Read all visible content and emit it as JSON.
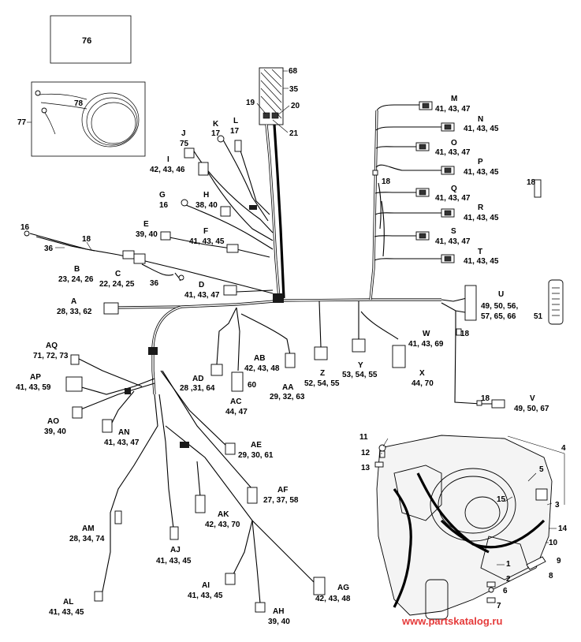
{
  "callouts": {
    "box76": "76",
    "c77": "77",
    "c78": "78",
    "c68": "68",
    "c35": "35",
    "c19": "19",
    "c20": "20",
    "c21": "21",
    "c18a": "18",
    "c18b": "18",
    "c18c": "18",
    "c18d": "18",
    "c18e": "18",
    "c16": "16",
    "c36a": "36",
    "c36b": "36",
    "c51": "51",
    "c4": "4",
    "c11": "11",
    "c12": "12",
    "c13": "13",
    "c5": "5",
    "c3": "3",
    "c15": "15",
    "c14": "14",
    "c10": "10",
    "c1": "1",
    "c2": "2",
    "c6": "6",
    "c7": "7",
    "c9": "9",
    "c8": "8"
  },
  "connectors": {
    "A": {
      "letter": "A",
      "parts": "28, 33, 62"
    },
    "B": {
      "letter": "B",
      "parts": "23, 24, 26"
    },
    "C": {
      "letter": "C",
      "parts": "22, 24, 25"
    },
    "D": {
      "letter": "D",
      "parts": "41, 43, 47"
    },
    "E": {
      "letter": "E",
      "parts": "39, 40"
    },
    "F": {
      "letter": "F",
      "parts": "41, 43, 45"
    },
    "G": {
      "letter": "G",
      "parts": "16"
    },
    "H": {
      "letter": "H",
      "parts": "38, 40"
    },
    "I": {
      "letter": "I",
      "parts": "42, 43, 46"
    },
    "J": {
      "letter": "J",
      "parts": "75"
    },
    "K": {
      "letter": "K",
      "parts": "17"
    },
    "L": {
      "letter": "L",
      "parts": "17"
    },
    "M": {
      "letter": "M",
      "parts": "41, 43, 47"
    },
    "N": {
      "letter": "N",
      "parts": "41, 43, 45"
    },
    "O": {
      "letter": "O",
      "parts": "41, 43, 47"
    },
    "P": {
      "letter": "P",
      "parts": "41, 43, 45"
    },
    "Q": {
      "letter": "Q",
      "parts": "41, 43, 47"
    },
    "R": {
      "letter": "R",
      "parts": "41, 43, 45"
    },
    "S": {
      "letter": "S",
      "parts": "41, 43, 47"
    },
    "T": {
      "letter": "T",
      "parts": "41, 43, 45"
    },
    "U": {
      "letter": "U",
      "parts1": "49, 50, 56,",
      "parts2": "57, 65, 66"
    },
    "V": {
      "letter": "V",
      "parts": "49, 50, 67"
    },
    "W": {
      "letter": "W",
      "parts": "41, 43, 69"
    },
    "X": {
      "letter": "X",
      "parts": "44, 70"
    },
    "Y": {
      "letter": "Y",
      "parts": "53, 54, 55"
    },
    "Z": {
      "letter": "Z",
      "parts": "52, 54, 55"
    },
    "AA": {
      "letter": "AA",
      "parts": "29, 32, 63"
    },
    "AB": {
      "letter": "AB",
      "parts": "42, 43, 48"
    },
    "AC": {
      "letter": "AC",
      "parts": "44, 47",
      "extra": "60"
    },
    "AD": {
      "letter": "AD",
      "parts": "28 ,31, 64"
    },
    "AE": {
      "letter": "AE",
      "parts": "29, 30, 61"
    },
    "AF": {
      "letter": "AF",
      "parts": "27, 37, 58"
    },
    "AG": {
      "letter": "AG",
      "parts": "42, 43, 48"
    },
    "AH": {
      "letter": "AH",
      "parts": "39, 40"
    },
    "AI": {
      "letter": "AI",
      "parts": "41, 43, 45"
    },
    "AJ": {
      "letter": "AJ",
      "parts": "41, 43, 45"
    },
    "AK": {
      "letter": "AK",
      "parts": "42, 43, 70"
    },
    "AL": {
      "letter": "AL",
      "parts": "41, 43, 45"
    },
    "AM": {
      "letter": "AM",
      "parts": "28, 34, 74"
    },
    "AN": {
      "letter": "AN",
      "parts": "41, 43, 47"
    },
    "AO": {
      "letter": "AO",
      "parts": "39, 40"
    },
    "AP": {
      "letter": "AP",
      "parts": "41, 43, 59"
    },
    "AQ": {
      "letter": "AQ",
      "parts": "71, 72, 73"
    }
  },
  "watermark": "www.partskatalog.ru",
  "colors": {
    "watermark": "#e53a3a",
    "ink": "#000000"
  }
}
